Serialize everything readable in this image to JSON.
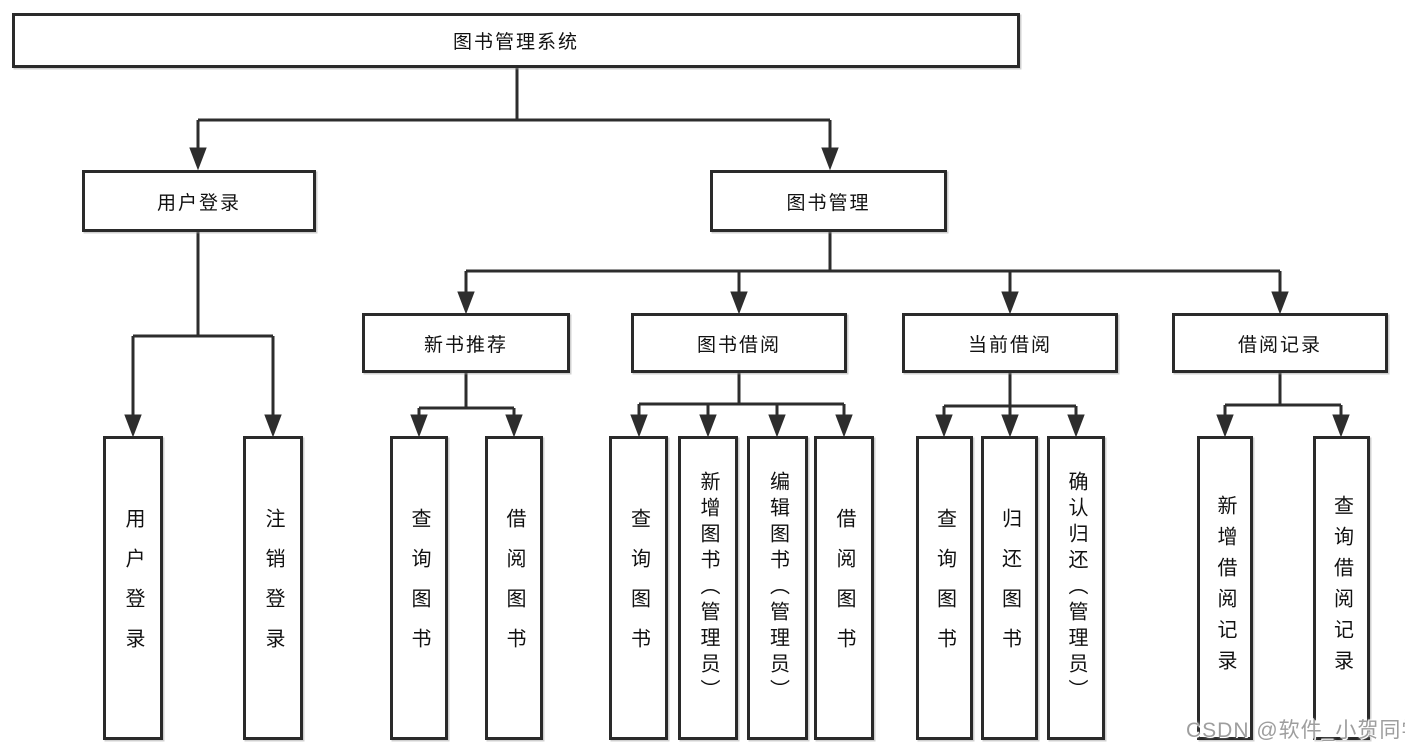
{
  "diagram": {
    "root": {
      "label": "图书管理系统"
    },
    "branches": [
      {
        "label": "用户登录",
        "children": [
          {
            "label": "用户登录"
          },
          {
            "label": "注销登录"
          }
        ]
      },
      {
        "label": "图书管理",
        "children": [
          {
            "label": "新书推荐",
            "children": [
              {
                "label": "查询图书"
              },
              {
                "label": "借阅图书"
              }
            ]
          },
          {
            "label": "图书借阅",
            "children": [
              {
                "label": "查询图书"
              },
              {
                "label": "新增图书（管理员）"
              },
              {
                "label": "编辑图书（管理员）"
              },
              {
                "label": "借阅图书"
              }
            ]
          },
          {
            "label": "当前借阅",
            "children": [
              {
                "label": "查询图书"
              },
              {
                "label": "归还图书"
              },
              {
                "label": "确认归还（管理员）"
              }
            ]
          },
          {
            "label": "借阅记录",
            "children": [
              {
                "label": "新增借阅记录"
              },
              {
                "label": "查询借阅记录"
              }
            ]
          }
        ]
      }
    ]
  },
  "watermark": {
    "text": "CSDN @软件_小贺同学"
  },
  "colors": {
    "line": "#2d2d2d",
    "box_border": "#2a2a2a",
    "text": "#111111",
    "background": "#ffffff",
    "watermark": "#9e9e9e"
  }
}
